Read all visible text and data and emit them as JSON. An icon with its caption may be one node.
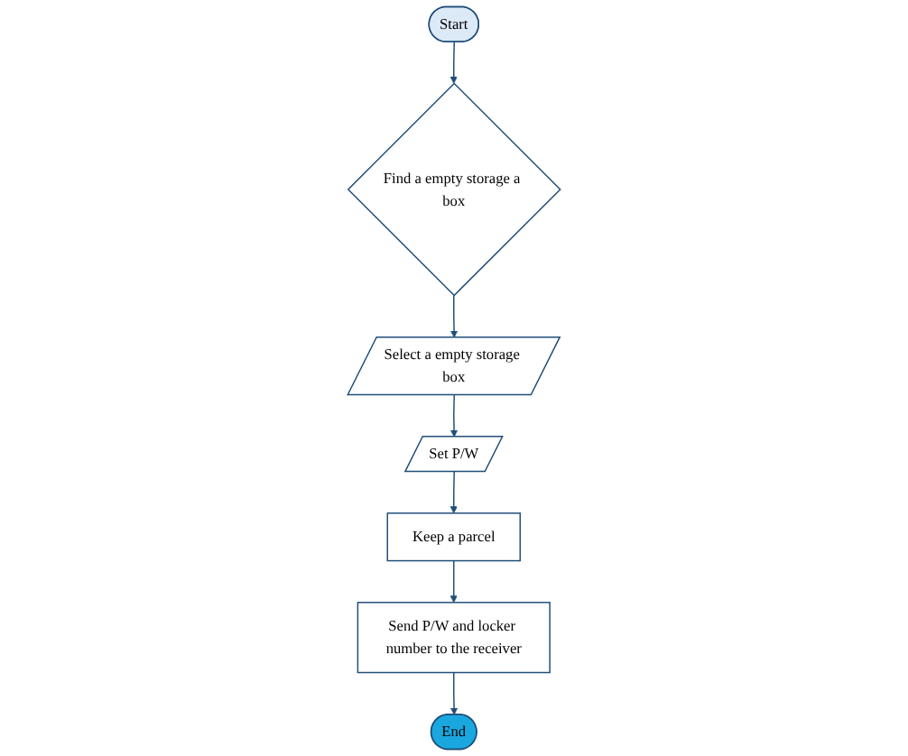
{
  "diagram": {
    "nodes": [
      {
        "text": [
          "Start"
        ]
      },
      {
        "text": [
          "Find a empty storage a box"
        ]
      },
      {
        "text": [
          "Select a empty storage box"
        ]
      },
      {
        "text": [
          "Set P/W"
        ]
      },
      {
        "text": [
          "Keep a parcel"
        ]
      },
      {
        "text": [
          "Send P/W and locker number to the receiver"
        ]
      },
      {
        "text": [
          "End"
        ]
      }
    ],
    "edges": [
      {
        "from": 0,
        "to": 1,
        "arrow": "to"
      },
      {
        "from": 1,
        "to": 2,
        "arrow": "to"
      },
      {
        "from": 2,
        "to": 3,
        "arrow": "to"
      },
      {
        "from": 3,
        "to": 4,
        "arrow": "to"
      },
      {
        "from": 4,
        "to": 5,
        "arrow": "to"
      },
      {
        "from": 5,
        "to": 6,
        "arrow": "to"
      }
    ]
  }
}
